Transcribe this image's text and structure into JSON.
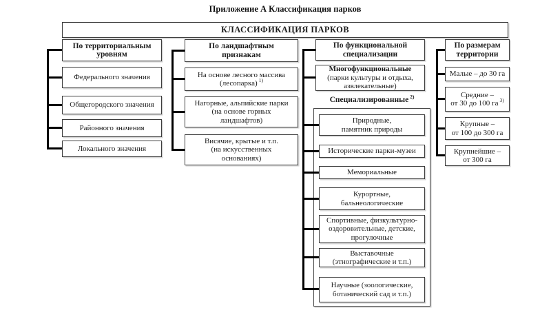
{
  "page": {
    "title": "Приложение А Классификация парков",
    "root_label": "КЛАССИФИКАЦИЯ ПАРКОВ"
  },
  "colors": {
    "background": "#ffffff",
    "box_border": "#3c3c3c",
    "connector_line": "#000000",
    "text": "#1c1c1c"
  },
  "columns": {
    "territorial": {
      "header": "По территориальным\nуровням",
      "items": [
        "Федерального значения",
        "Общегородского значения",
        "Районного значения",
        "Локального значения"
      ]
    },
    "landscape": {
      "header": "По ландшафтным\nпризнакам",
      "items": [
        {
          "line1": "На основе лесного массива",
          "line2": "(лесопарка)",
          "sup": "1)"
        },
        {
          "label": "Нагорные, альпийские парки\n(на основе горных\nландшафтов)"
        },
        {
          "label": "Висячие, крытые и т.п.\n(на искусственных\nоснованиях)"
        }
      ]
    },
    "functional": {
      "header": "По функциональной\nспециализации",
      "multifunctional": {
        "title": "Многофункциональные",
        "desc": "(парки культуры и отдыха,\nазвлекательные)"
      },
      "specialized_label": {
        "text": "Специализированные",
        "sup": "2)"
      },
      "specialized_items": [
        "Природные,\nпамятник природы",
        "Исторические парки-музеи",
        "Мемориальные",
        "Курортные,\nбальнеологические",
        "Спортивные, физкультурно-\nоздоровительные, детские,\nпрогулочные",
        "Выставочные\n(этнографические и т.п.)",
        "Научные (зоологические,\nботанический сад и т.п.)"
      ]
    },
    "size": {
      "header": "По размерам\nтерритории",
      "items": [
        {
          "label": "Малые – до 30 га"
        },
        {
          "line1": "Средние –",
          "line2": "от 30 до 100 га",
          "sup": "3)"
        },
        {
          "label": "Крупные –\nот 100 до 300 га"
        },
        {
          "label": "Крупнейшие –\nот 300 га"
        }
      ]
    }
  }
}
